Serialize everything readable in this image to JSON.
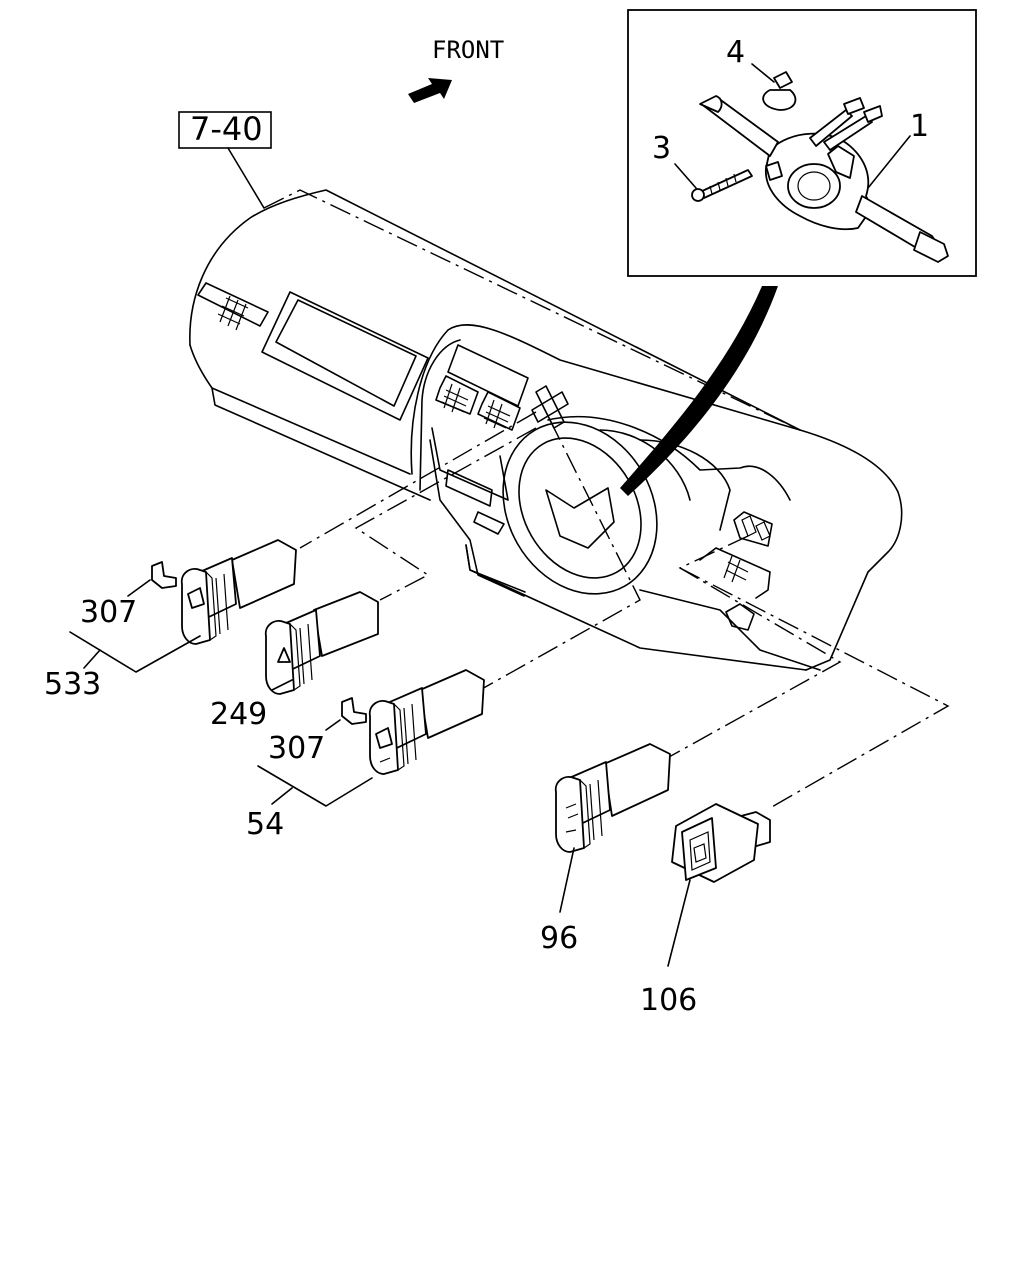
{
  "direction_label": "FRONT",
  "reference": "7-40",
  "callouts": {
    "combination_switch": "1",
    "screw": "3",
    "clip": "4",
    "clip_upper": "307",
    "clip_lower": "307",
    "switch_upper": "533",
    "hazard_switch": "249",
    "switch_lower": "54",
    "fog_switch": "96",
    "mirror_switch": "106"
  }
}
